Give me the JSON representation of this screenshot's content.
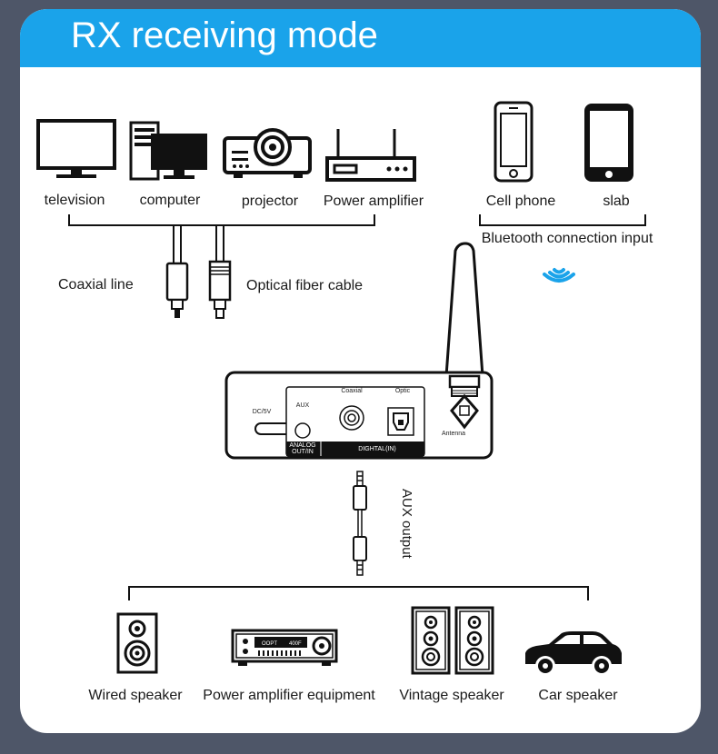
{
  "title": "RX receiving mode",
  "sources": {
    "wired": [
      {
        "label": "television",
        "icon": "television-icon"
      },
      {
        "label": "computer",
        "icon": "computer-icon"
      },
      {
        "label": "projector",
        "icon": "projector-icon"
      },
      {
        "label": "Power amplifier",
        "icon": "power-amplifier-icon"
      }
    ],
    "bluetooth": [
      {
        "label": "Cell phone",
        "icon": "cell-phone-icon"
      },
      {
        "label": "slab",
        "icon": "tablet-icon"
      }
    ],
    "bluetooth_caption": "Bluetooth connection input"
  },
  "cables": {
    "coaxial": "Coaxial line",
    "optical": "Optical fiber cable",
    "aux_output": "AUX output"
  },
  "device": {
    "dc_label": "DC/5V",
    "aux_label": "AUX",
    "coaxial_label": "Coaxial",
    "optic_label": "Optic",
    "analog_label_1": "ANALOG",
    "analog_label_2": "OUT/IN",
    "digital_label": "DIGHTAL(IN)",
    "antenna_label": "Antenna"
  },
  "outputs": [
    {
      "label": "Wired speaker",
      "icon": "wired-speaker-icon"
    },
    {
      "label": "Power amplifier equipment",
      "icon": "amplifier-equipment-icon"
    },
    {
      "label": "Vintage speaker",
      "icon": "vintage-speaker-icon"
    },
    {
      "label": "Car speaker",
      "icon": "car-icon"
    }
  ],
  "colors": {
    "background": "#4e5668",
    "accent": "#1aa3ea",
    "ink": "#1a1a1a"
  }
}
